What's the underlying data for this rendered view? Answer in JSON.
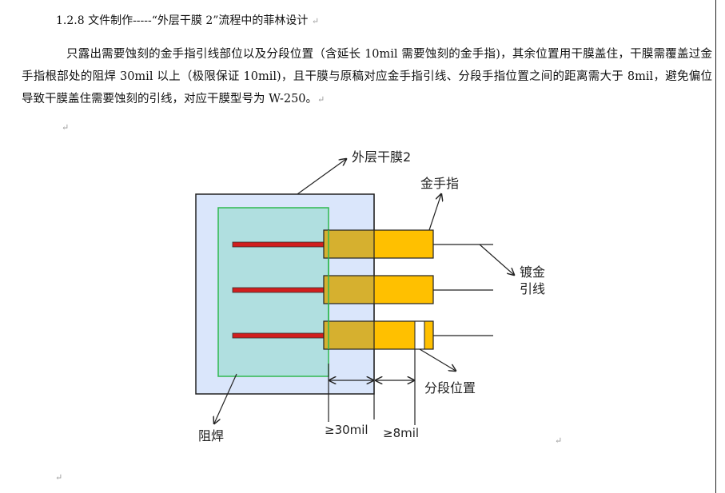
{
  "heading": "1.2.8 文件制作-----“外层干膜 2”流程中的菲林设计",
  "paragraph": "只露出需要蚀刻的金手指引线部位以及分段位置（含延长 10mil 需要蚀刻的金手指)，其余位置用干膜盖住，干膜需覆盖过金手指根部处的阻焊 30mil 以上（极限保证 10mil)，且干膜与原稿对应金手指引线、分段手指位置之间的距离需大于 8mil，避免偏位导致干膜盖住需要蚀刻的引线，对应干膜型号为 W-250。",
  "paragraph_mark": "↵",
  "diagram": {
    "label_dry_film": "外层干膜2",
    "label_gold_finger": "金手指",
    "label_plating_lead_1": "镀金",
    "label_plating_lead_2": "引线",
    "label_segment": "分段位置",
    "label_solder_mask": "阻焊",
    "dim_30": "≥30mil",
    "dim_8": "≥8mil",
    "colors": {
      "dry_film": "#dae6fb",
      "solder_mask": "#b0dfe0",
      "solder_mask_border": "#2fb84f",
      "gold": "#ffc000",
      "gold_covered": "#d6b02f",
      "trace": "#d11e1e"
    }
  }
}
